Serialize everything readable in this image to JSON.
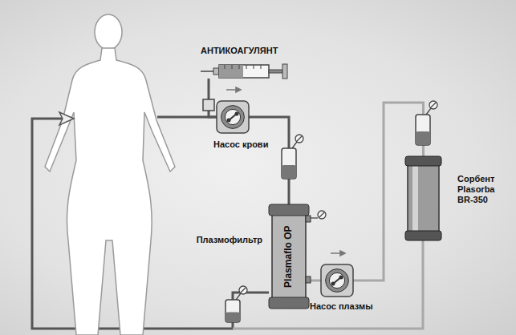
{
  "diagram": {
    "nodes": [
      {
        "text": [
          "АНТИКОАГУЛЯНТ"
        ]
      },
      {
        "text": [
          "Насос крови"
        ]
      },
      {
        "text": [
          "Плазмофильтр",
          "Plasmaflo OP"
        ]
      },
      {
        "text": [
          "Насос плазмы"
        ]
      },
      {
        "text": [
          "Сорбент Plasorba BR-350"
        ]
      }
    ],
    "edges": [
      {
        "from": 0,
        "to": 1,
        "arrow": "none"
      },
      {
        "from": 1,
        "to": 2,
        "arrow": "none"
      },
      {
        "from": 2,
        "to": 3,
        "arrow": "none"
      },
      {
        "from": 3,
        "to": 4,
        "arrow": "none"
      }
    ]
  }
}
